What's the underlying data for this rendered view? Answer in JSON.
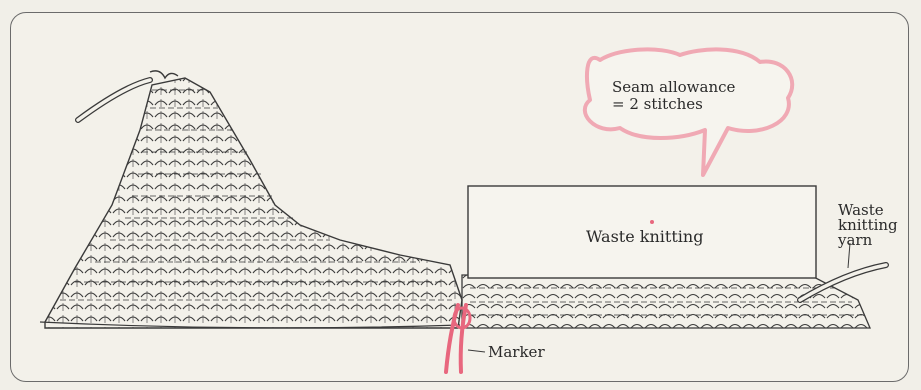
{
  "callout": {
    "line1": "Seam allowance",
    "line2": "= 2 stitches"
  },
  "labels": {
    "waste_knitting": "Waste knitting",
    "waste_yarn_line1": "Waste",
    "waste_yarn_line2": "knitting",
    "waste_yarn_line3": "yarn",
    "marker": "Marker"
  },
  "colors": {
    "background": "#f3f1ea",
    "ink": "#3a3a3a",
    "callout_outline": "#f0a9b4",
    "marker": "#e8677e"
  }
}
